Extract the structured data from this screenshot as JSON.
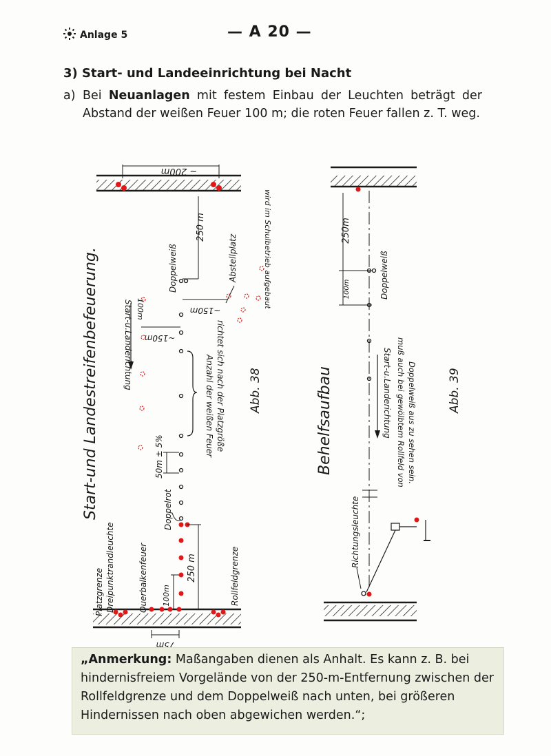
{
  "header": {
    "annex": "Anlage 5",
    "page_number": "— A 20 —"
  },
  "section": {
    "title": "3) Start- und Landeeinrichtung bei Nacht",
    "para_label": "a)",
    "para_lead": "Bei ",
    "para_bold": "Neuanlagen",
    "para_rest": " mit festem Einbau der Leuchten beträgt der Abstand der weißen Feuer 100 m; die roten Feuer fallen z. T. weg."
  },
  "fig38": {
    "title": "Start-und Landestreifenbefeuerung.",
    "caption": "Abb. 38",
    "labels": {
      "dist_200": "~ 200m",
      "school": "wird im Schulbetrieb aufgebaut",
      "dist_250_top": "250 m",
      "doppelweiss": "Doppelweiß",
      "abstellplatz": "Abstellplatz",
      "dist_150_a": "~150m",
      "dist_150_b": "~150m",
      "dir_landing": "Start-u.Landerichtung",
      "dist_100": "100m",
      "count_note_1": "Anzahl der weißen Feuer",
      "count_note_2": "richtet sich nach der Platzgröße",
      "spacing": "50m ± 5%",
      "doppelrot": "Doppelrot",
      "dist_250_bottom": "250 m",
      "dist_100_bottom": "100m",
      "dreipunkt": "Dreipunktrandleuchte",
      "querbalken": "Querbalkenfeuer",
      "rollfeldgrenze": "Rollfeldgrenze",
      "platzgrenze": "Platzgrenze",
      "dist_75": "75m"
    }
  },
  "fig39": {
    "title": "Behelfsaufbau",
    "caption": "Abb. 39",
    "labels": {
      "dist_250": "250m",
      "doppelweiss": "Doppelweiß",
      "dist_100": "100m",
      "dir_landing": "Start-u.Landerichtung",
      "visibility_1": "muß auch bei gewölbtem Rollfeld von",
      "visibility_2": "Doppelweiß aus zu sehen sein.",
      "richtungsleuchte": "Richtungsleuchte"
    }
  },
  "note": {
    "bold": "„Anmerkung:",
    "text": " Maßangaben dienen als Anhalt. Es kann z. B. bei hindernisfreiem Vorgelände von der 250-m-Entfernung zwischen der Rollfeldgrenze und dem Doppelweiß nach unten, bei größeren Hindernissen nach oben abgewichen werden.“;"
  },
  "colors": {
    "red_light": "#e01818",
    "ink": "#1a1a1a",
    "note_bg": "#eceee0"
  }
}
